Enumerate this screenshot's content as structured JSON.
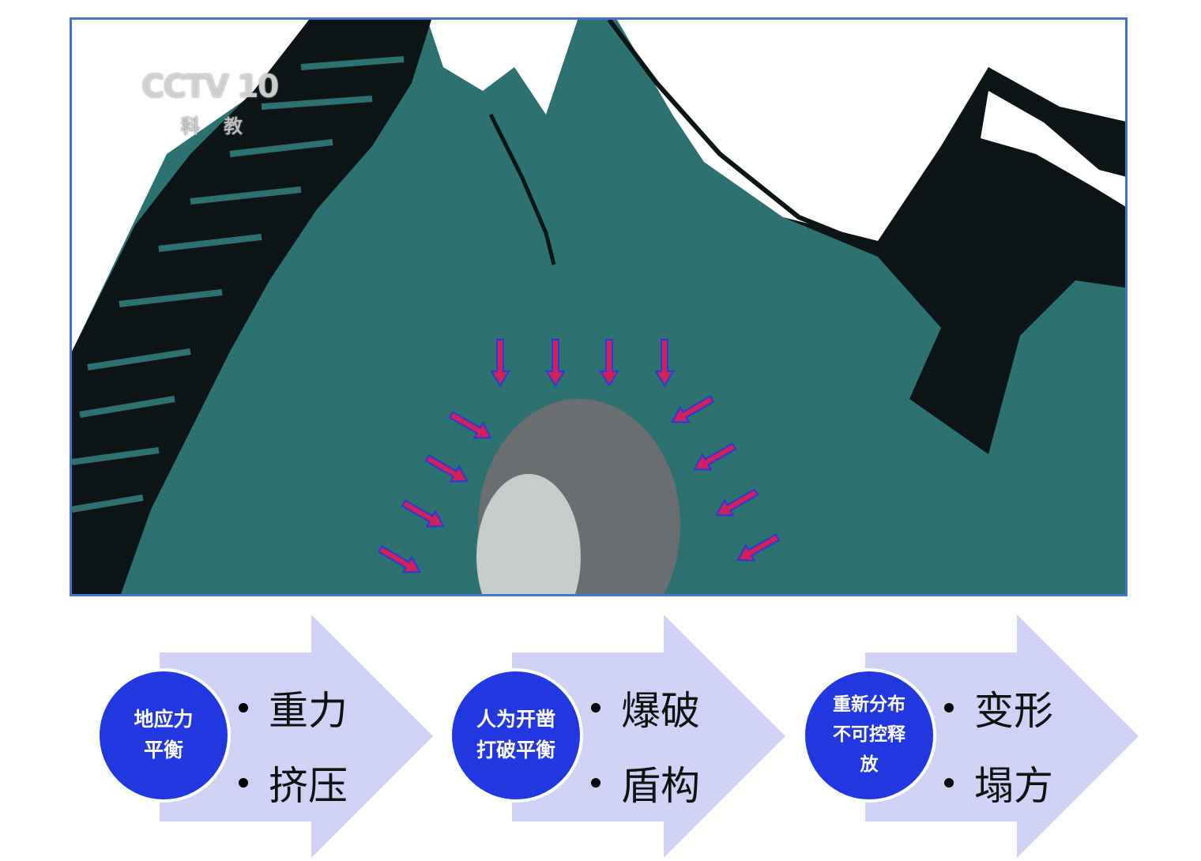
{
  "image": {
    "watermark_logo": "CCTV 10",
    "watermark_sub": "科教",
    "colors": {
      "mountain": "#2d7270",
      "rock": "#0d1416",
      "arrow": "#d1205a",
      "arrow_outline": "#2a3ad8",
      "tunnel_outer": "#6b6e70",
      "tunnel_inner": "#c7ccca",
      "frame": "#4472c4"
    }
  },
  "steps": [
    {
      "circle_lines": [
        "地应力",
        "平衡"
      ],
      "bullets": [
        "重力",
        "挤压"
      ]
    },
    {
      "circle_lines": [
        "人为开凿",
        "打破平衡"
      ],
      "bullets": [
        "爆破",
        "盾构"
      ]
    },
    {
      "circle_lines": [
        "重新分布",
        "不可控释",
        "放"
      ],
      "bullets": [
        "变形",
        "塌方"
      ]
    }
  ],
  "colors": {
    "chevron": "#d0d2f5",
    "circle": "#2337e0"
  }
}
